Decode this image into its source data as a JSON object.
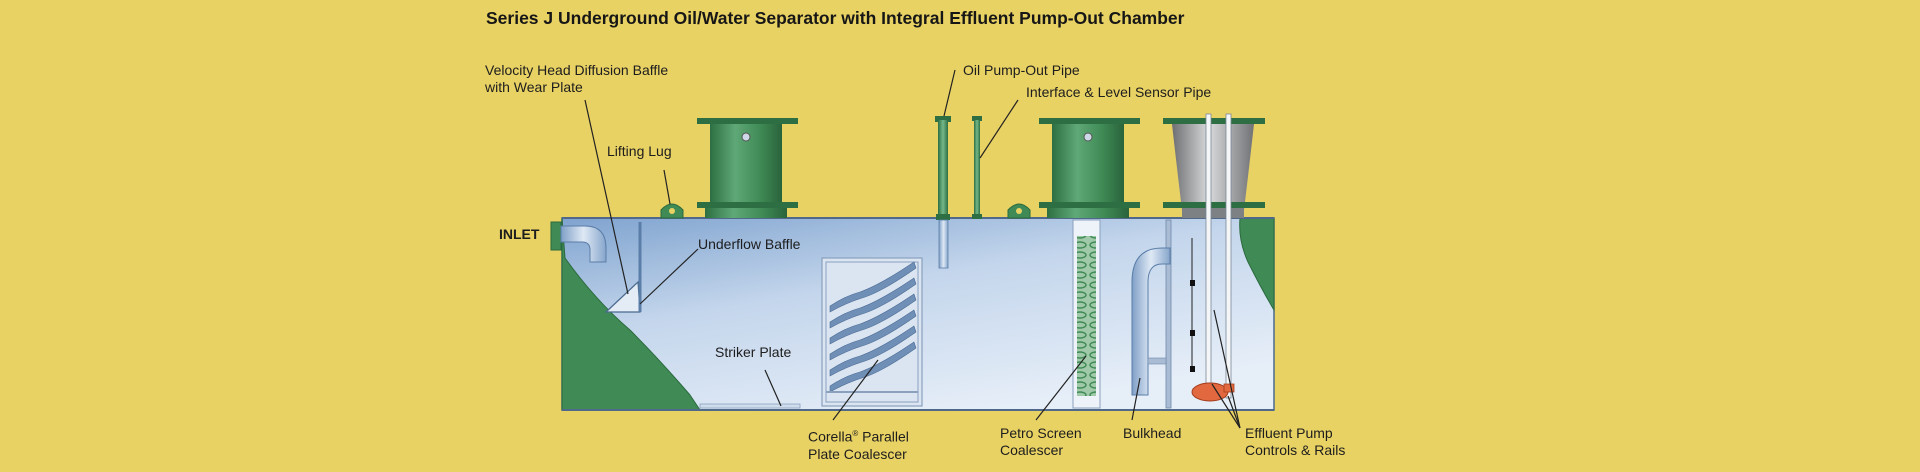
{
  "title": "Series J Underground Oil/Water Separator with Integral Effluent Pump-Out Chamber",
  "labels": {
    "velocity_line1": "Velocity Head Diffusion Baffle",
    "velocity_line2": "with Wear Plate",
    "lifting_lug": "Lifting Lug",
    "inlet": "INLET",
    "underflow_baffle": "Underflow Baffle",
    "oil_pump_out_pipe": "Oil Pump-Out Pipe",
    "interface_sensor_pipe": "Interface & Level Sensor Pipe",
    "striker_plate": "Striker Plate",
    "corella_line1": "Corella",
    "corella_reg": "®",
    "corella_line1_rest": " Parallel",
    "corella_line2": "Plate Coalescer",
    "petro_line1": "Petro Screen",
    "petro_line2": "Coalescer",
    "bulkhead": "Bulkhead",
    "effluent_line1": "Effluent Pump",
    "effluent_line2": "Controls & Rails"
  },
  "colors": {
    "background": "#e9d264",
    "tank_green": "#3f8a55",
    "tank_green_dark": "#2b6a3e",
    "water_blue": "#b9cde6",
    "water_blue_light": "#dde8f4",
    "pump_orange": "#e2683f"
  }
}
